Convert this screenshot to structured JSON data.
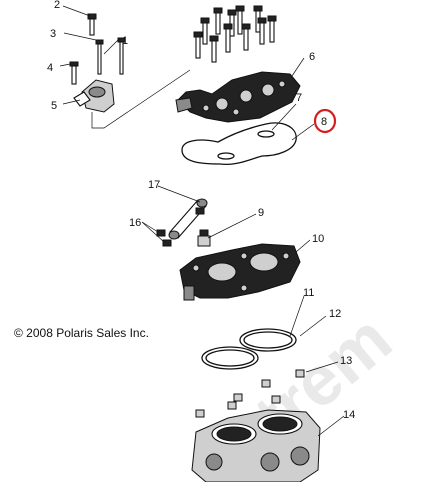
{
  "copyright": "© 2008 Polaris Sales Inc.",
  "watermark": "xtrem",
  "highlight_color": "#d42020",
  "callouts": {
    "c1": "1",
    "c2": "2",
    "c3": "3",
    "c4": "4",
    "c5": "5",
    "c6": "6",
    "c7": "7",
    "c8": "8",
    "c9": "9",
    "c10": "10",
    "c11": "11",
    "c12": "12",
    "c13": "13",
    "c14": "14",
    "c16": "16",
    "c17": "17"
  }
}
